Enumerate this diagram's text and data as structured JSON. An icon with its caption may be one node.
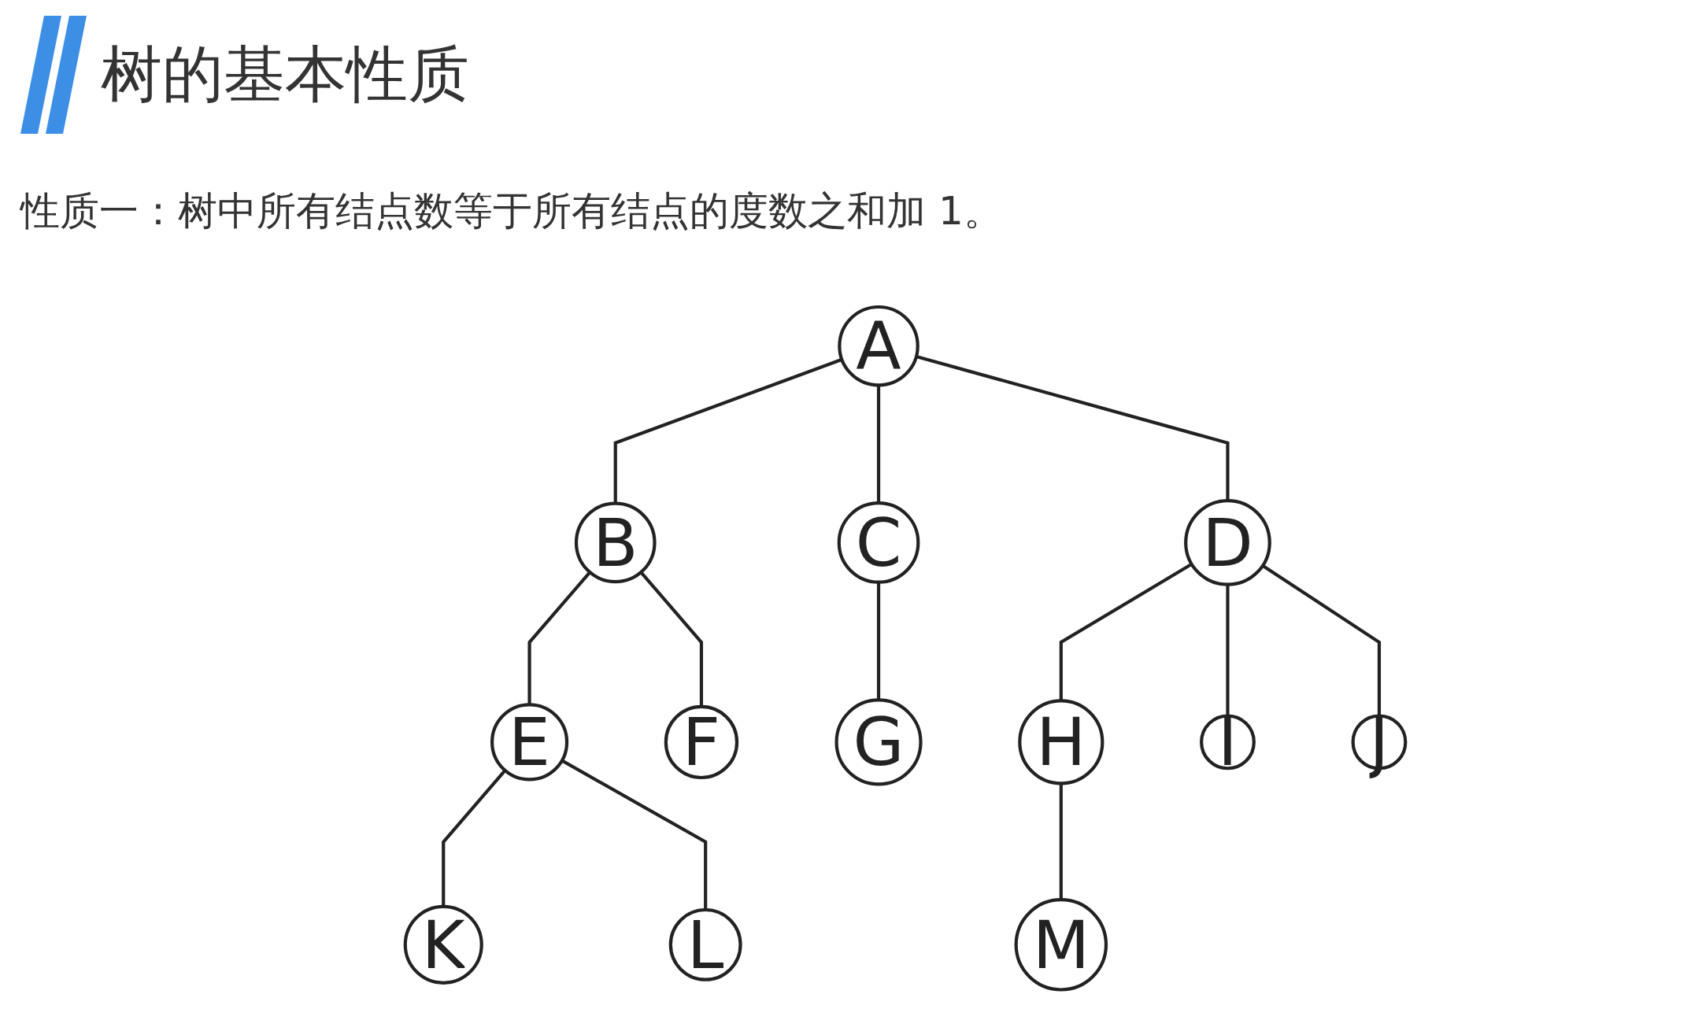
{
  "diagram": {
    "title": "树的基本性质",
    "nodes": [
      {
        "text": [
          "A"
        ]
      },
      {
        "text": [
          "B"
        ]
      },
      {
        "text": [
          "C"
        ]
      },
      {
        "text": [
          "D"
        ]
      },
      {
        "text": [
          "E"
        ]
      },
      {
        "text": [
          "F"
        ]
      },
      {
        "text": [
          "G"
        ]
      },
      {
        "text": [
          "H"
        ]
      },
      {
        "text": [
          "I"
        ]
      },
      {
        "text": [
          "J"
        ]
      },
      {
        "text": [
          "K"
        ]
      },
      {
        "text": [
          "L"
        ]
      },
      {
        "text": [
          "M"
        ]
      }
    ],
    "edges": [
      {
        "from": 0,
        "to": 1,
        "arrow": "none"
      },
      {
        "from": 0,
        "to": 2,
        "arrow": "none"
      },
      {
        "from": 0,
        "to": 3,
        "arrow": "none"
      },
      {
        "from": 1,
        "to": 4,
        "arrow": "none"
      },
      {
        "from": 1,
        "to": 5,
        "arrow": "none"
      },
      {
        "from": 2,
        "to": 6,
        "arrow": "none"
      },
      {
        "from": 3,
        "to": 7,
        "arrow": "none"
      },
      {
        "from": 3,
        "to": 8,
        "arrow": "none"
      },
      {
        "from": 3,
        "to": 9,
        "arrow": "none"
      },
      {
        "from": 4,
        "to": 10,
        "arrow": "none"
      },
      {
        "from": 4,
        "to": 11,
        "arrow": "none"
      },
      {
        "from": 7,
        "to": 12,
        "arrow": "none"
      }
    ],
    "labels": [
      "性质一：树中所有结点数等于所有结点的度数之和加 1。"
    ]
  }
}
